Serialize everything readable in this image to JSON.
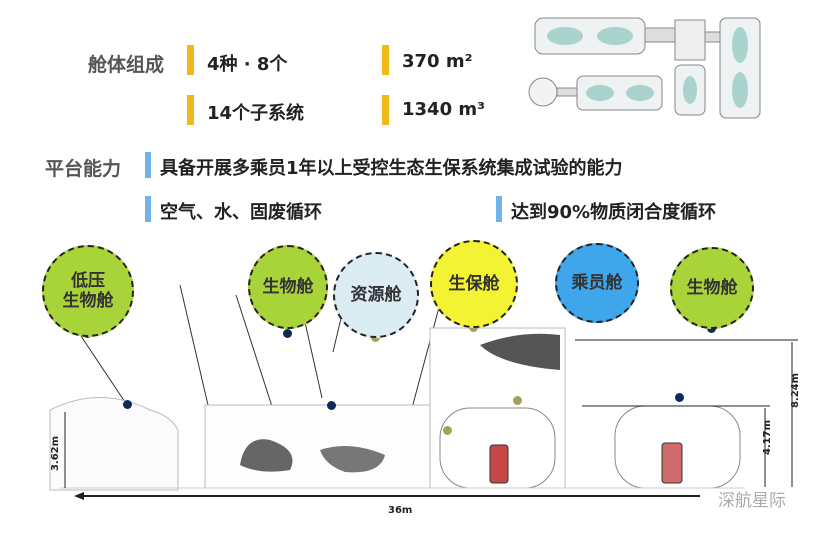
{
  "composition": {
    "label": "舱体组成",
    "types": "4种 · 8个",
    "area": "370 m²",
    "subsystems": "14个子系统",
    "volume": "1340 m³"
  },
  "capability": {
    "label": "平台能力",
    "main": "具备开展多乘员1年以上受控生态生保系统集成试验的能力",
    "cycle": "空气、水、固废循环",
    "closure": "达到90%物质闭合度循环"
  },
  "modules": [
    {
      "name": "低压\n生物舱",
      "color": "#a8d43a"
    },
    {
      "name": "生物舱",
      "color": "#a8d43a"
    },
    {
      "name": "资源舱",
      "color": "#dcecf3"
    },
    {
      "name": "生保舱",
      "color": "#f3f334"
    },
    {
      "name": "乘员舱",
      "color": "#3fa6ec"
    },
    {
      "name": "生物舱",
      "color": "#a8d43a"
    }
  ],
  "dimensions": {
    "left_height": "3.62m",
    "pod_height": "4.17m",
    "total_height": "8.24m",
    "length": "36m"
  },
  "watermark": "深航星际"
}
